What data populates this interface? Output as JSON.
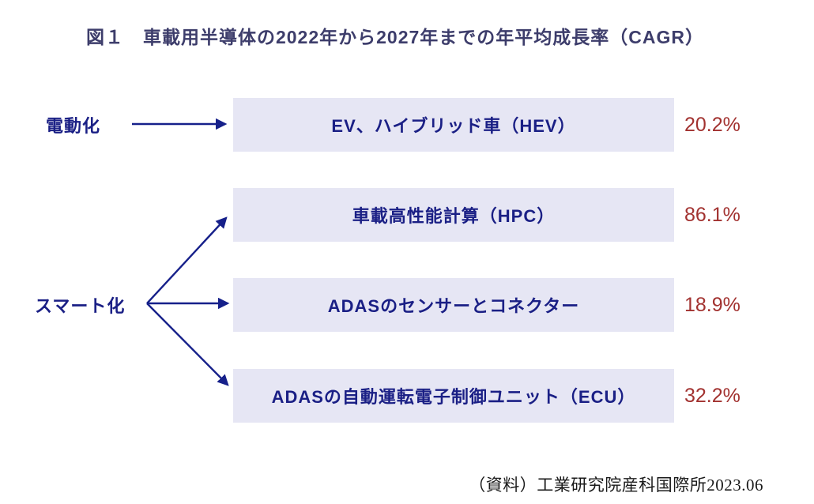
{
  "title": "図１　車載用半導体の2022年から2027年までの年平均成長率（CAGR）",
  "source": "（資料）工業研究院産科国際所2023.06",
  "groups": [
    {
      "label": "電動化"
    },
    {
      "label": "スマート化"
    }
  ],
  "rows": [
    {
      "name": "EV、ハイブリッド車（HEV）",
      "cagr": "20.2%"
    },
    {
      "name": "車載高性能計算（HPC）",
      "cagr": "86.1%"
    },
    {
      "name": "ADASのセンサーとコネクター",
      "cagr": "18.9%"
    },
    {
      "name": "ADASの自動運転電子制御ユニット（ECU）",
      "cagr": "32.2%"
    }
  ],
  "colors": {
    "title_navy": "#3d3d6b",
    "text_navy": "#1a1f85",
    "arrow_navy": "#16208a",
    "box_lavender": "#e6e6f4",
    "percent_red": "#a23230",
    "source_black": "#1a1a1a"
  },
  "chart_data": {
    "type": "table",
    "title": "図１　車載用半導体の2022年から2027年までの年平均成長率（CAGR）",
    "categories": [
      "EV、ハイブリッド車（HEV）",
      "車載高性能計算（HPC）",
      "ADASのセンサーとコネクター",
      "ADASの自動運転電子制御ユニット（ECU）"
    ],
    "values": [
      20.2,
      86.1,
      18.9,
      32.2
    ],
    "unit": "%",
    "group_of_category": [
      "電動化",
      "スマート化",
      "スマート化",
      "スマート化"
    ],
    "source": "（資料）工業研究院産科国際所2023.06"
  }
}
